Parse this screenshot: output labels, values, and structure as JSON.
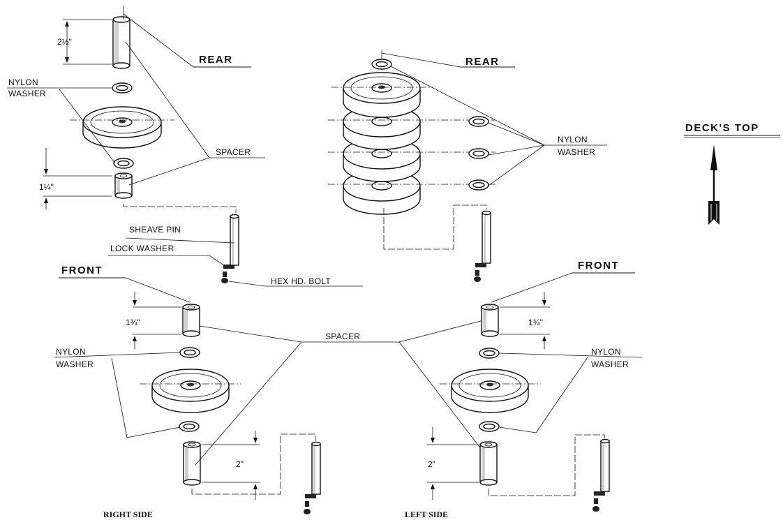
{
  "labels": {
    "rear_left": "REAR",
    "rear_right": "REAR",
    "front_left": "FRONT",
    "front_right": "FRONT",
    "decks_top": "DECK'S TOP",
    "nylon_washer_1a": "NYLON",
    "nylon_washer_1b": "WASHER",
    "nylon_washer_2a": "NYLON",
    "nylon_washer_2b": "WASHER",
    "nylon_washer_3a": "NYLON",
    "nylon_washer_3b": "WASHER",
    "nylon_washer_4a": "NYLON",
    "nylon_washer_4b": "WASHER",
    "spacer_top": "SPACER",
    "spacer_mid": "SPACER",
    "sheave_pin": "SHEAVE  PIN",
    "lock_washer": "LOCK  WASHER",
    "hex_bolt": "HEX  HD.  BOLT",
    "right_side": "RIGHT SIDE",
    "left_side": "LEFT SIDE"
  },
  "dimensions": {
    "rear_spacer_long": "2½\"",
    "rear_spacer_short": "1¼\"",
    "front_right_spacer_top": "1¾\"",
    "front_left_spacer_top": "1¾\"",
    "front_right_spacer_bottom": "2\"",
    "front_left_spacer_bottom": "2\""
  }
}
